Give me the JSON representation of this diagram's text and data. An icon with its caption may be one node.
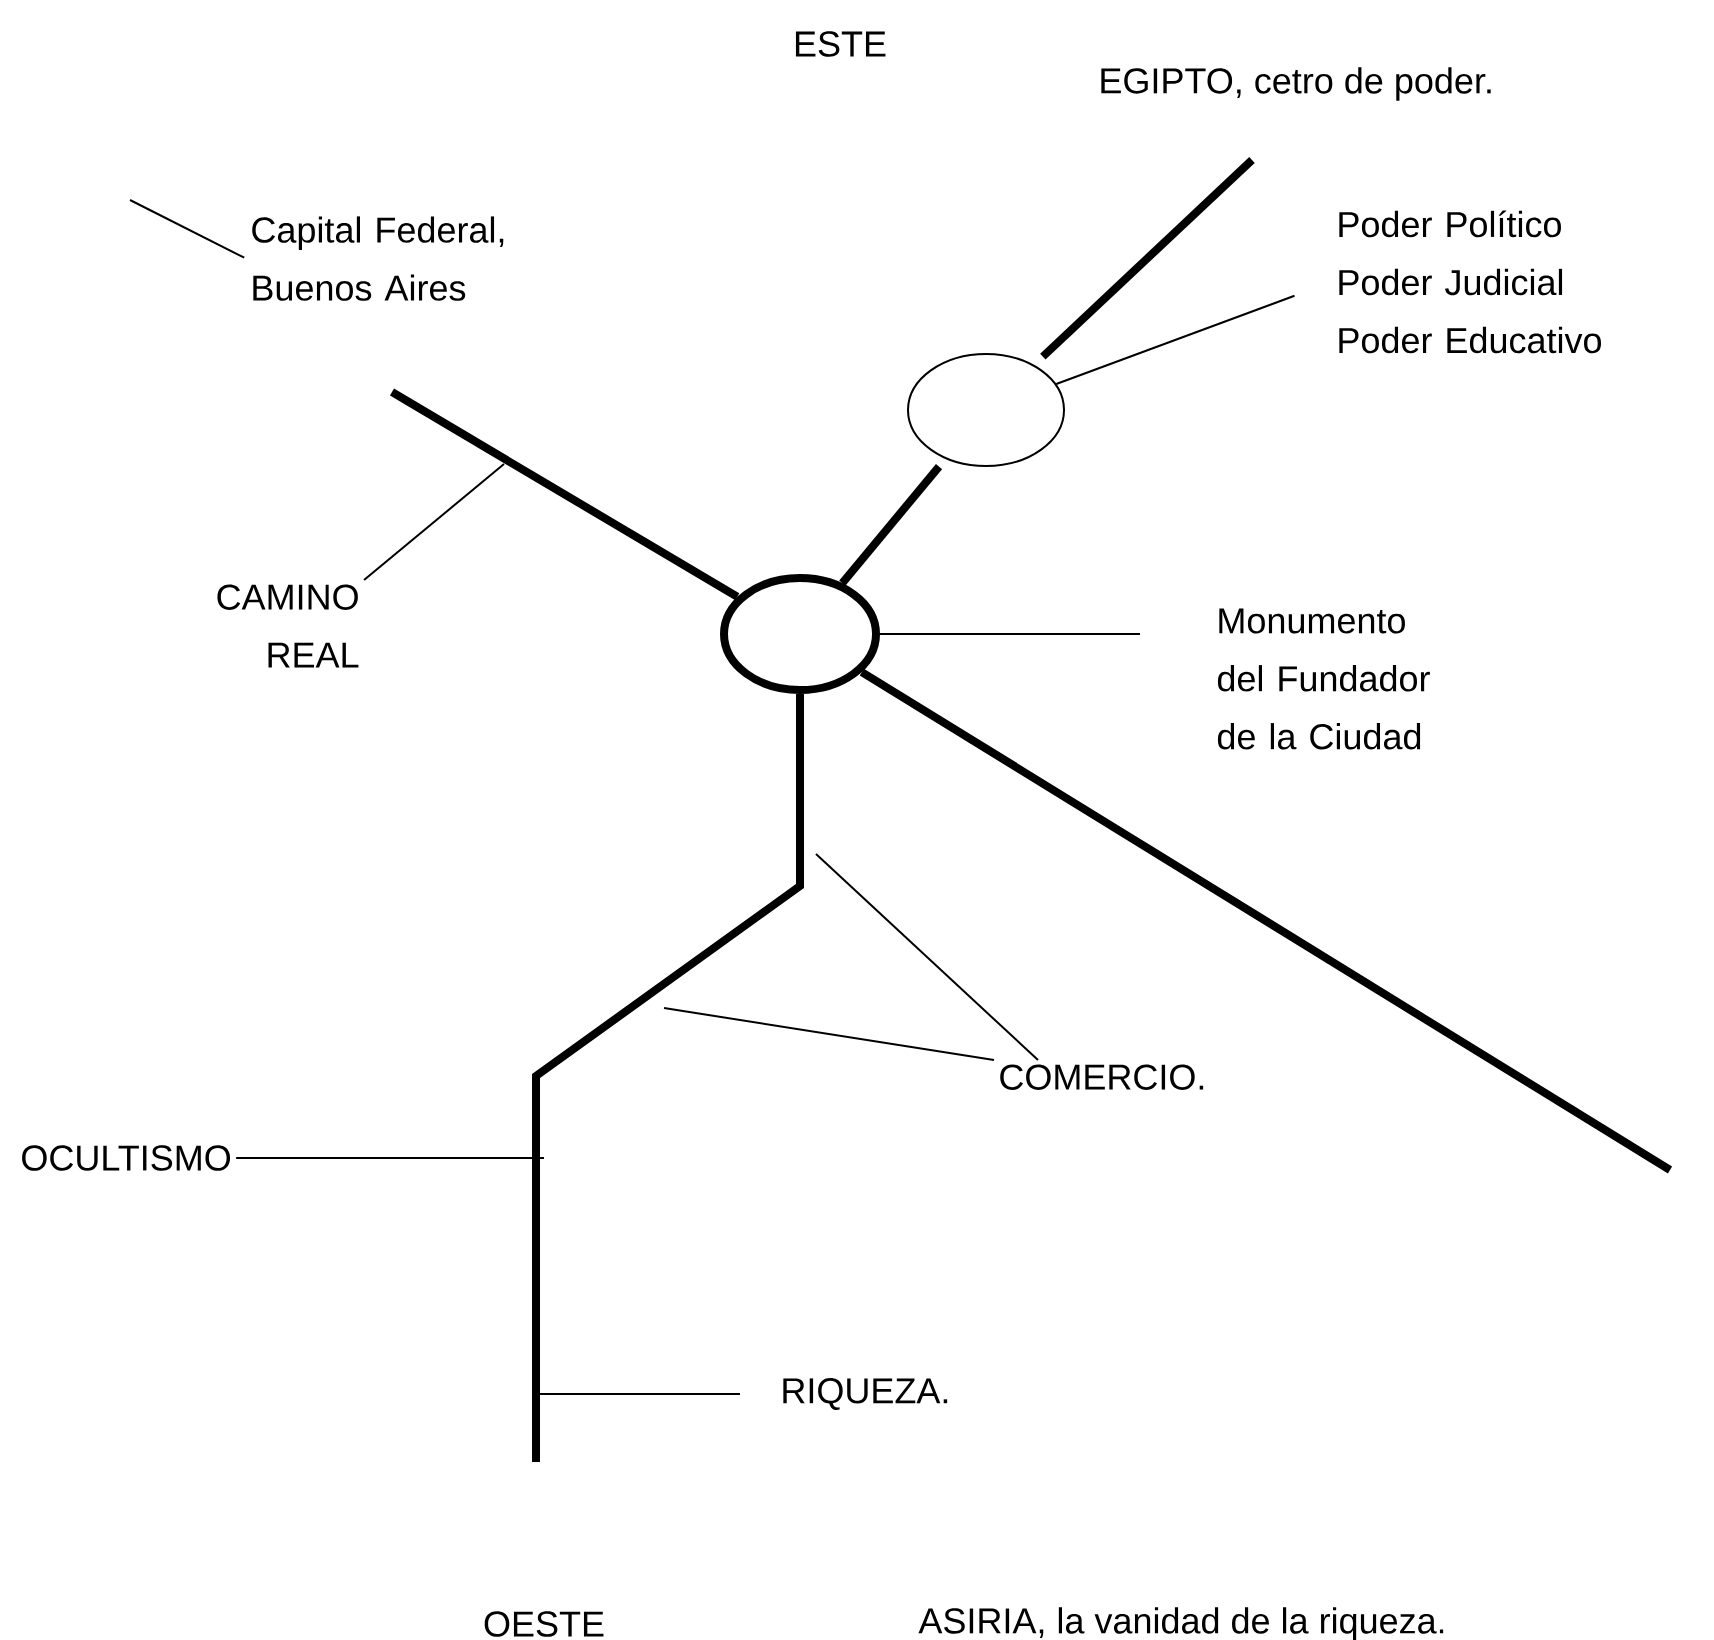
{
  "diagram": {
    "nodes": [
      {
        "text": [
          "Capital Federal, Buenos Aires"
        ]
      },
      {
        "text": [
          "Poder Político Poder Judicial Poder Educativo"
        ]
      },
      {
        "text": [],
        "shape": "ellipse"
      },
      {
        "text": [
          "CAMINO REAL"
        ]
      },
      {
        "text": [],
        "shape": "ellipse"
      },
      {
        "text": [
          "Monumento del Fundador de la Ciudad"
        ]
      },
      {
        "text": [
          "COMERCIO."
        ]
      },
      {
        "text": [
          "OCULTISMO"
        ]
      },
      {
        "text": [
          "RIQUEZA."
        ]
      }
    ],
    "edges": [
      {
        "from": 0,
        "to": null,
        "arrow": "none"
      },
      {
        "from": 1,
        "to": 2,
        "arrow": "none"
      },
      {
        "from": 5,
        "to": 4,
        "arrow": "none"
      },
      {
        "from": 3,
        "to": null,
        "arrow": "none"
      },
      {
        "from": 6,
        "to": null,
        "arrow": "none"
      },
      {
        "from": 6,
        "to": null,
        "arrow": "none"
      },
      {
        "from": 7,
        "to": null,
        "arrow": "none"
      },
      {
        "from": 8,
        "to": null,
        "arrow": "none"
      },
      {
        "from": 4,
        "to": 2,
        "arrow": "none",
        "style": "thick"
      },
      {
        "from": 2,
        "to": null,
        "arrow": "none",
        "style": "thick"
      },
      {
        "from": 4,
        "to": null,
        "arrow": "none",
        "style": "thick"
      },
      {
        "from": 4,
        "to": null,
        "arrow": "none",
        "style": "thick"
      },
      {
        "from": 4,
        "to": null,
        "arrow": "none",
        "style": "thick"
      }
    ],
    "labels": [
      "ESTE",
      "EGIPTO, cetro de poder.",
      "OESTE",
      "ASIRIA, la vanidad de la riqueza."
    ]
  }
}
